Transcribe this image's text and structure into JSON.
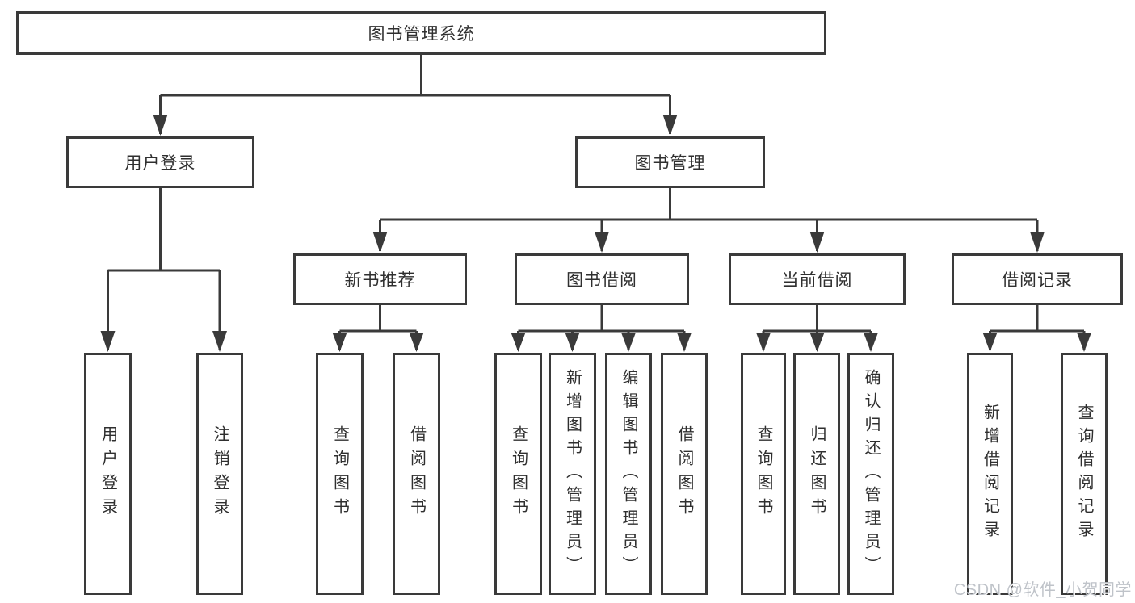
{
  "diagram": {
    "nodes": {
      "root": {
        "label": "图书管理系统"
      },
      "user_login": {
        "label": "用户登录"
      },
      "book_mgmt": {
        "label": "图书管理"
      },
      "new_book_rec": {
        "label": "新书推荐"
      },
      "book_borrow": {
        "label": "图书借阅"
      },
      "current_borrow": {
        "label": "当前借阅"
      },
      "borrow_records": {
        "label": "借阅记录"
      },
      "login_leaf": {
        "label": "用户登录"
      },
      "logout_leaf": {
        "label": "注销登录"
      },
      "nbr_query": {
        "label": "查询图书"
      },
      "nbr_borrow": {
        "label": "借阅图书"
      },
      "bb_query": {
        "label": "查询图书"
      },
      "bb_add": {
        "label": "新增图书（管理员）"
      },
      "bb_edit": {
        "label": "编辑图书（管理员）"
      },
      "bb_borrow": {
        "label": "借阅图书"
      },
      "cb_query": {
        "label": "查询图书"
      },
      "cb_return": {
        "label": "归还图书"
      },
      "cb_confirm": {
        "label": "确认归还（管理员）"
      },
      "br_add": {
        "label": "新增借阅记录"
      },
      "br_query": {
        "label": "查询借阅记录"
      }
    },
    "structure": {
      "图书管理系统": [
        "用户登录",
        "图书管理"
      ],
      "用户登录": [
        "用户登录",
        "注销登录"
      ],
      "图书管理": [
        "新书推荐",
        "图书借阅",
        "当前借阅",
        "借阅记录"
      ],
      "新书推荐": [
        "查询图书",
        "借阅图书"
      ],
      "图书借阅": [
        "查询图书",
        "新增图书（管理员）",
        "编辑图书（管理员）",
        "借阅图书"
      ],
      "当前借阅": [
        "查询图书",
        "归还图书",
        "确认归还（管理员）"
      ],
      "借阅记录": [
        "新增借阅记录",
        "查询借阅记录"
      ]
    },
    "colors": {
      "line": "#3a3a3a",
      "text": "#2f2f2f",
      "box_bg": "#ffffff",
      "watermark": "#bfc3c9"
    }
  },
  "watermark": {
    "text": "CSDN @软件_小贺同学"
  }
}
